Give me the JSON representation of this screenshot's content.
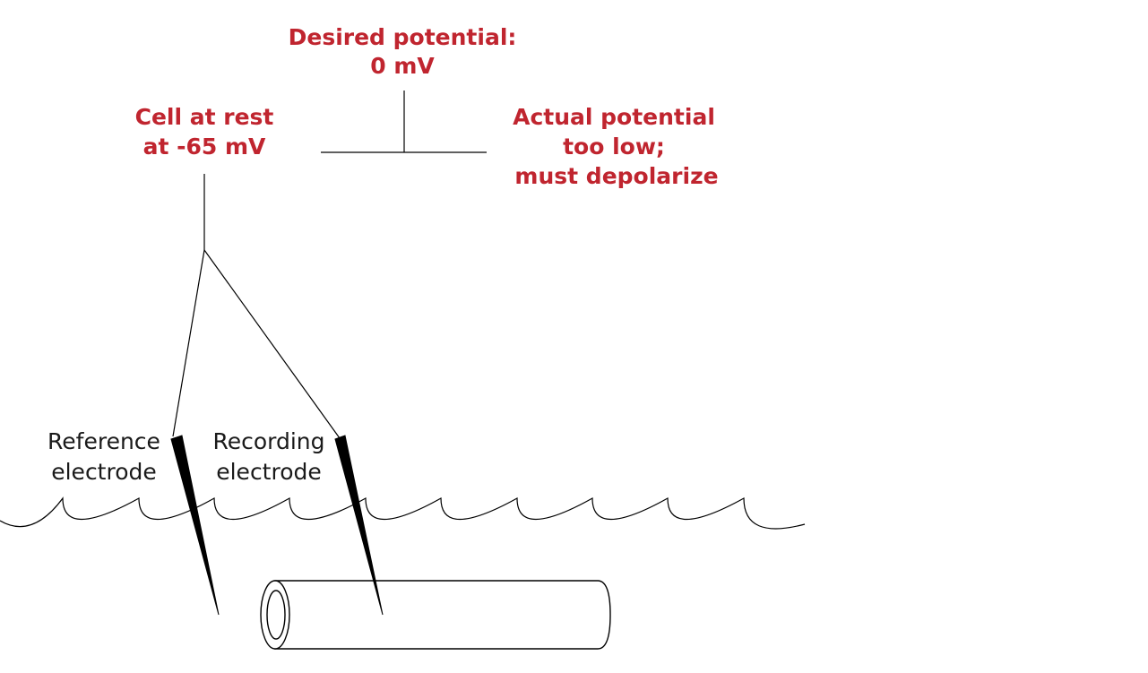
{
  "labels": {
    "desired_line1": "Desired potential:",
    "desired_line2": "0 mV",
    "cell_line1": "Cell at rest",
    "cell_line2": "at -65 mV",
    "actual_line1": "Actual potential",
    "actual_line2": "too low;",
    "actual_line3": "must depolarize",
    "reference_line1": "Reference",
    "reference_line2": "electrode",
    "recording_line1": "Recording",
    "recording_line2": "electrode"
  },
  "colors": {
    "annotation": "#c0252f",
    "label": "#1a1a1a",
    "line": "#000000",
    "background": "#ffffff"
  }
}
